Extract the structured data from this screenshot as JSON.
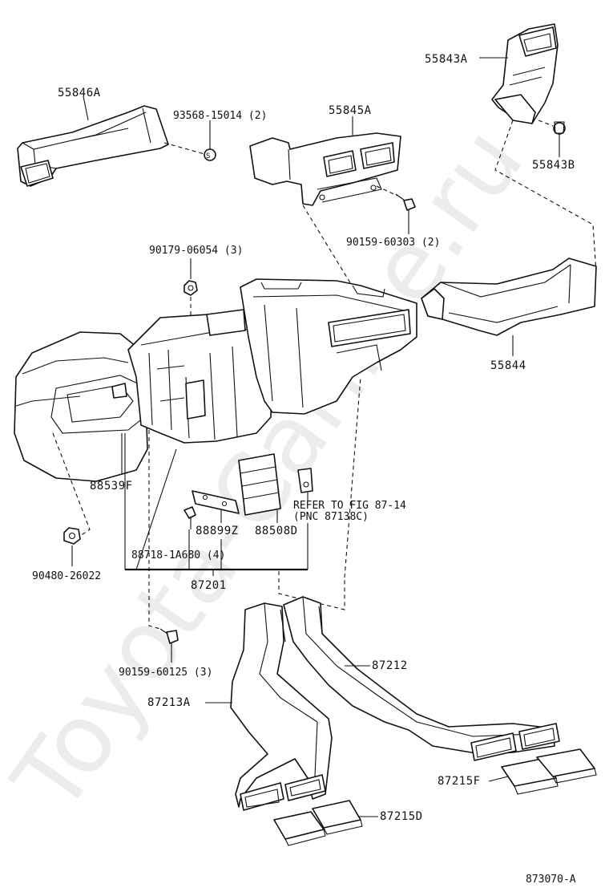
{
  "watermark": "Toyota-Carline.ru",
  "diagram_id": "873070-A",
  "labels": {
    "p55846A": "55846A",
    "p93568": "93568-15014 (2)",
    "p55845A": "55845A",
    "p55843A": "55843A",
    "p55843B": "55843B",
    "p90159_60303": "90159-60303 (2)",
    "p90179": "90179-06054 (3)",
    "p55844": "55844",
    "p88539F": "88539F",
    "refer1": "REFER TO FIG 87-14",
    "refer2": "(PNC 87138C)",
    "p88899Z": "88899Z",
    "p88508D": "88508D",
    "p88718": "88718-1A680 (4)",
    "p90480": "90480-26022",
    "p87201": "87201",
    "p90159_60125": "90159-60125 (3)",
    "p87212": "87212",
    "p87213A": "87213A",
    "p87215F": "87215F",
    "p87215D": "87215D"
  }
}
